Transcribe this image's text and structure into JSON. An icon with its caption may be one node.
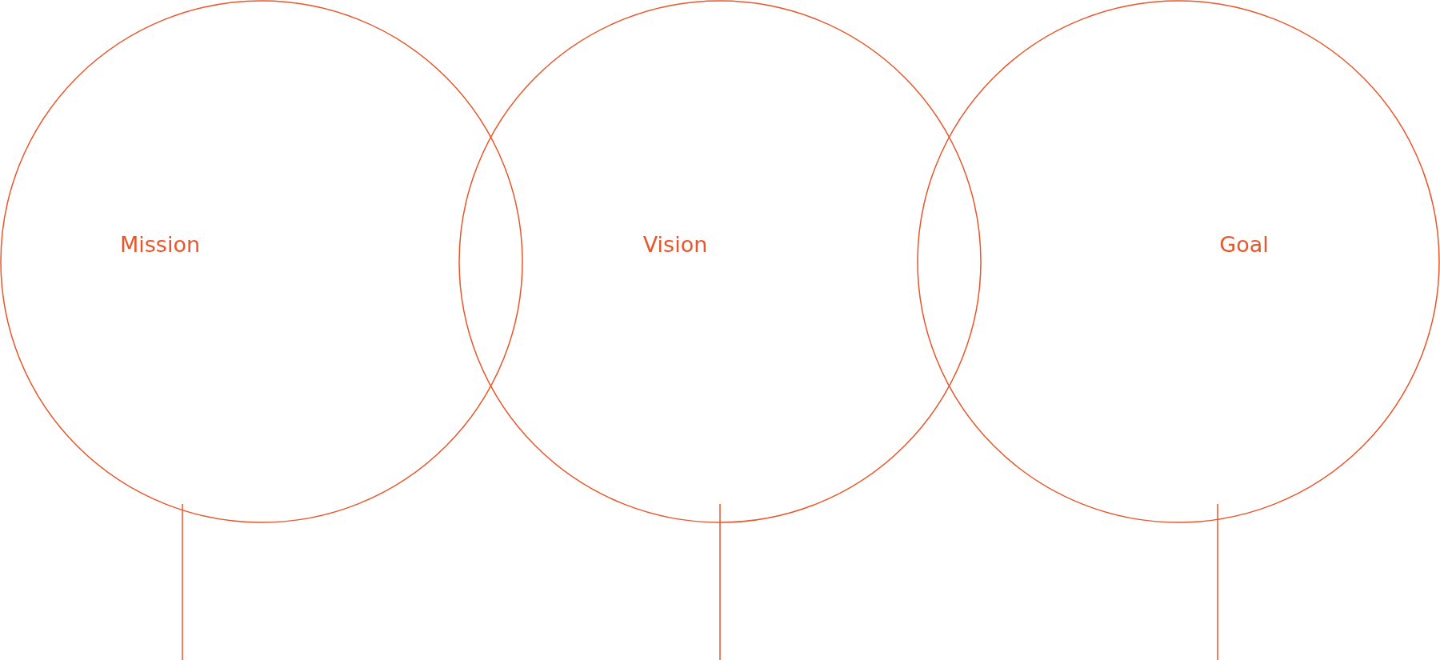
{
  "diagram": {
    "nodes": [
      {
        "text": [
          "Mission"
        ]
      },
      {
        "text": [
          "Vision"
        ]
      },
      {
        "text": [
          "Goal"
        ]
      }
    ],
    "edges": [
      {
        "from": 0,
        "to": null,
        "arrow": "none"
      },
      {
        "from": 1,
        "to": null,
        "arrow": "none"
      },
      {
        "from": 2,
        "to": null,
        "arrow": "none"
      }
    ]
  }
}
